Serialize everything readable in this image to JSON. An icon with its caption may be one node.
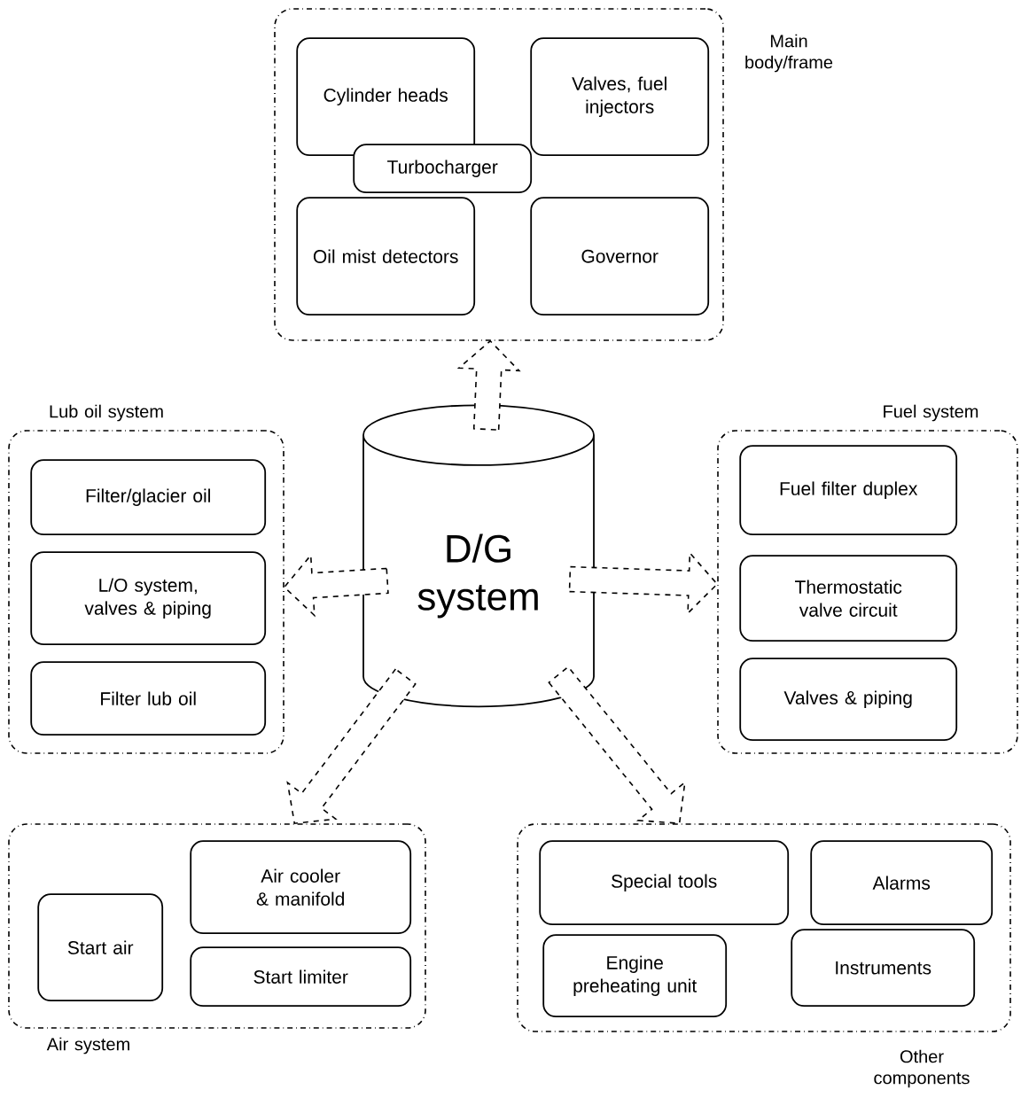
{
  "diagram": {
    "nodes": [
      {
        "text": [
          "Main body/frame"
        ]
      },
      {
        "text": [
          "Cylinder heads"
        ],
        "in": 0
      },
      {
        "text": [
          "Valves, fuel injectors"
        ],
        "in": 0
      },
      {
        "text": [
          "Turbocharger"
        ],
        "in": 0
      },
      {
        "text": [
          "Oil mist detectors"
        ],
        "in": 0
      },
      {
        "text": [
          "Governor"
        ],
        "in": 0
      },
      {
        "text": [
          "Lub oil system"
        ]
      },
      {
        "text": [
          "Filter/glacier oil"
        ],
        "in": 6
      },
      {
        "text": [
          "L/O system, valves & piping"
        ],
        "in": 6
      },
      {
        "text": [
          "Filter lub oil"
        ],
        "in": 6
      },
      {
        "text": [
          "D/G system"
        ]
      },
      {
        "text": [
          "Fuel system"
        ]
      },
      {
        "text": [
          "Fuel filter duplex"
        ],
        "in": 11
      },
      {
        "text": [
          "Thermostatic valve circuit"
        ],
        "in": 11
      },
      {
        "text": [
          "Valves & piping"
        ],
        "in": 11
      },
      {
        "text": [
          "Air system"
        ]
      },
      {
        "text": [
          "Start air"
        ],
        "in": 15
      },
      {
        "text": [
          "Air cooler & manifold"
        ],
        "in": 15
      },
      {
        "text": [
          "Start limiter"
        ],
        "in": 15
      },
      {
        "text": [
          "Other components"
        ]
      },
      {
        "text": [
          "Special tools"
        ],
        "in": 19
      },
      {
        "text": [
          "Alarms"
        ],
        "in": 19
      },
      {
        "text": [
          "Engine preheating unit"
        ],
        "in": 19
      },
      {
        "text": [
          "Instruments"
        ],
        "in": 19
      }
    ],
    "edges": [
      {
        "from": 10,
        "to": 0,
        "arrow": "to",
        "style": "dashed"
      },
      {
        "from": 10,
        "to": 6,
        "arrow": "to",
        "style": "dashed"
      },
      {
        "from": 10,
        "to": 11,
        "arrow": "to",
        "style": "dashed"
      },
      {
        "from": 10,
        "to": 15,
        "arrow": "to",
        "style": "dashed"
      },
      {
        "from": 10,
        "to": 19,
        "arrow": "to",
        "style": "dashed"
      }
    ]
  }
}
